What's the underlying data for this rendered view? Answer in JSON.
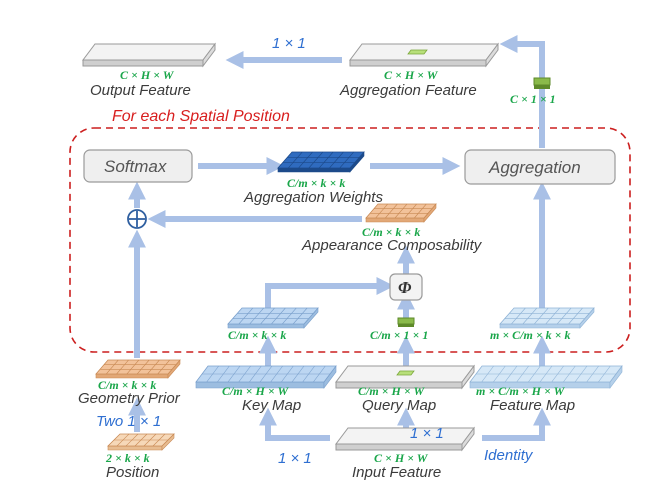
{
  "diagram": {
    "region_label": "For each Spatial Position",
    "boxes": {
      "softmax": "Softmax",
      "aggregation": "Aggregation",
      "phi": "Φ"
    },
    "nodes": {
      "output_feature": {
        "label": "Output Feature",
        "dim": "C × H × W"
      },
      "aggregation_feature": {
        "label": "Aggregation Feature",
        "dim": "C × H × W"
      },
      "aggregation_weights": {
        "label": "Aggregation Weights",
        "dim": "C/m × k × k"
      },
      "appearance_composability": {
        "label": "Appearance Composability",
        "dim": "C/m × k × k"
      },
      "key_patch": {
        "dim": "C/m × k × k"
      },
      "query_patch": {
        "dim": "C/m × 1 × 1"
      },
      "feature_patch": {
        "dim": "m × C/m × k × k"
      },
      "geometry_prior": {
        "label": "Geometry Prior",
        "dim": "C/m × k × k"
      },
      "key_map": {
        "label": "Key Map",
        "dim": "C/m × H × W"
      },
      "query_map": {
        "label": "Query Map",
        "dim": "C/m × H × W"
      },
      "feature_map": {
        "label": "Feature Map",
        "dim": "m × C/m × H × W"
      },
      "position": {
        "label": "Position",
        "dim": "2 × k × k"
      },
      "input_feature": {
        "label": "Input Feature",
        "dim": "C × H × W"
      }
    },
    "small_dim": "C × 1 × 1",
    "edge_labels": {
      "top_conv": "1 × 1",
      "two_conv": "Two 1 × 1",
      "left_conv": "1 × 1",
      "mid_conv": "1 × 1",
      "identity": "Identity"
    },
    "colors": {
      "arrow": "#a9c0e6",
      "dashed_border": "#cc1f1f",
      "weights_blue": "#2f6bbf",
      "orange_grid": "#f2c29a",
      "light_blue_grid": "#bcd6f2",
      "dim_text": "#1aa64a",
      "edge_text": "#2f6fd1"
    }
  }
}
